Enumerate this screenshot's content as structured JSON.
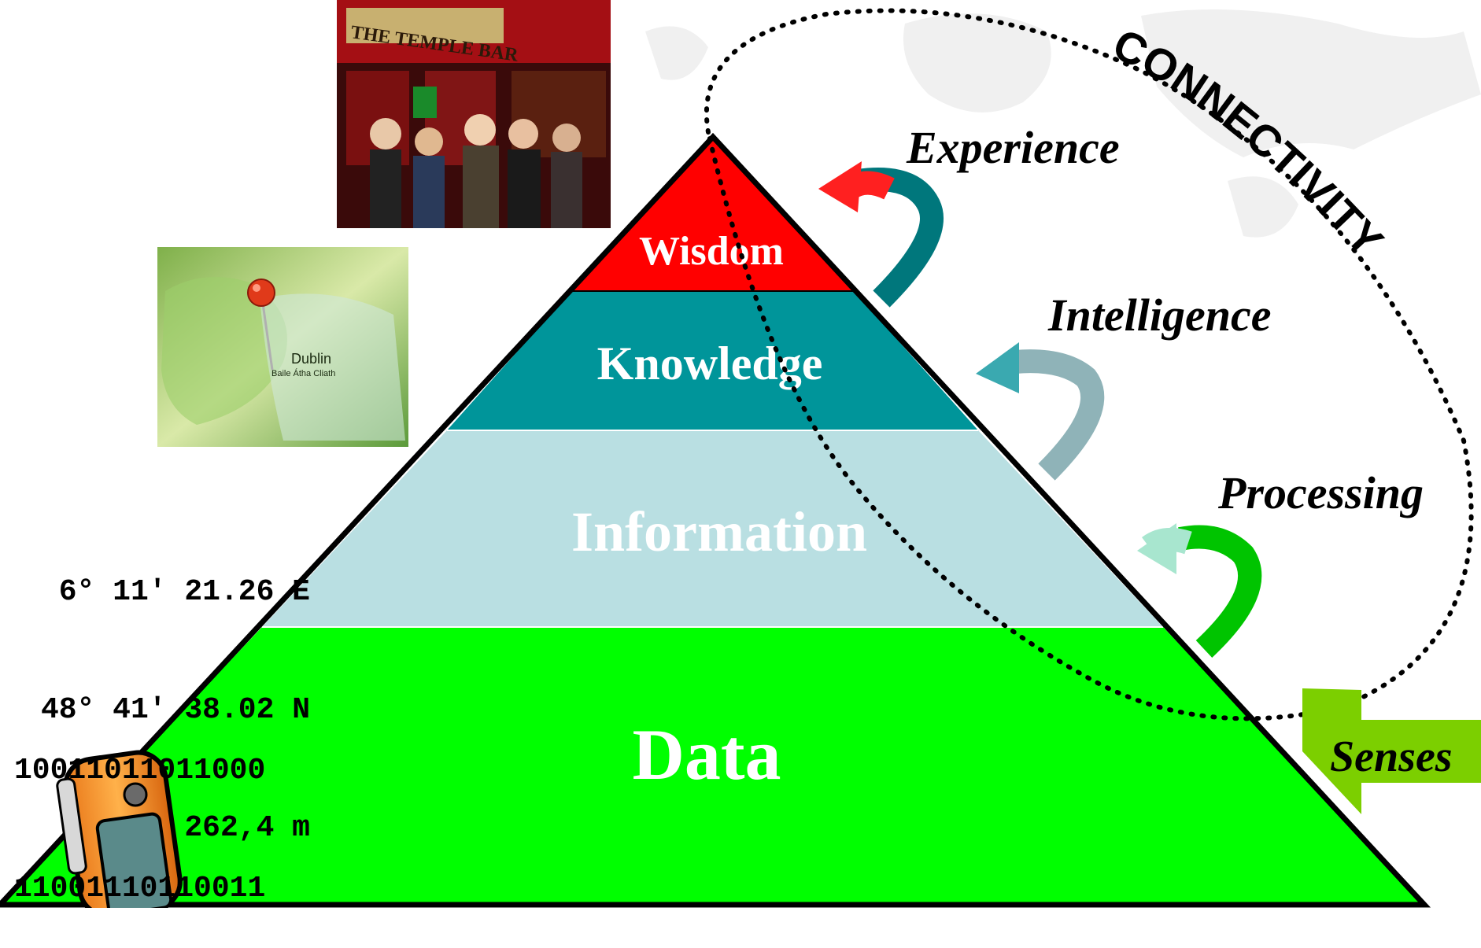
{
  "pyramid": {
    "layers": [
      {
        "label": "Wisdom",
        "color": "#ff0000"
      },
      {
        "label": "Knowledge",
        "color": "#00959a"
      },
      {
        "label": "Information",
        "color": "#b9dfe2"
      },
      {
        "label": "Data",
        "color": "#00ff00"
      }
    ]
  },
  "arrows": [
    {
      "label": "Experience",
      "color": "#ff2020"
    },
    {
      "label": "Intelligence",
      "color": "#3aa9b0"
    },
    {
      "label": "Processing",
      "color": "#a8e6cf"
    }
  ],
  "senses": {
    "label": "Senses",
    "color": "#7ccf00"
  },
  "connectivity": {
    "label": "CONNECTIVITY"
  },
  "coordinates": {
    "lines": [
      "6° 11' 21.26 E",
      "48° 41' 38.02 N",
      "262,4 m"
    ]
  },
  "binary": {
    "lines": [
      "10011011011000",
      "11001110110011"
    ]
  },
  "photos": {
    "map_text": "Dublin",
    "map_sub": "Baile Átha Cliath",
    "pub_sign": "THE TEMPLE BAR"
  },
  "icons": [
    "gps-device-icon",
    "map-pin-icon"
  ]
}
